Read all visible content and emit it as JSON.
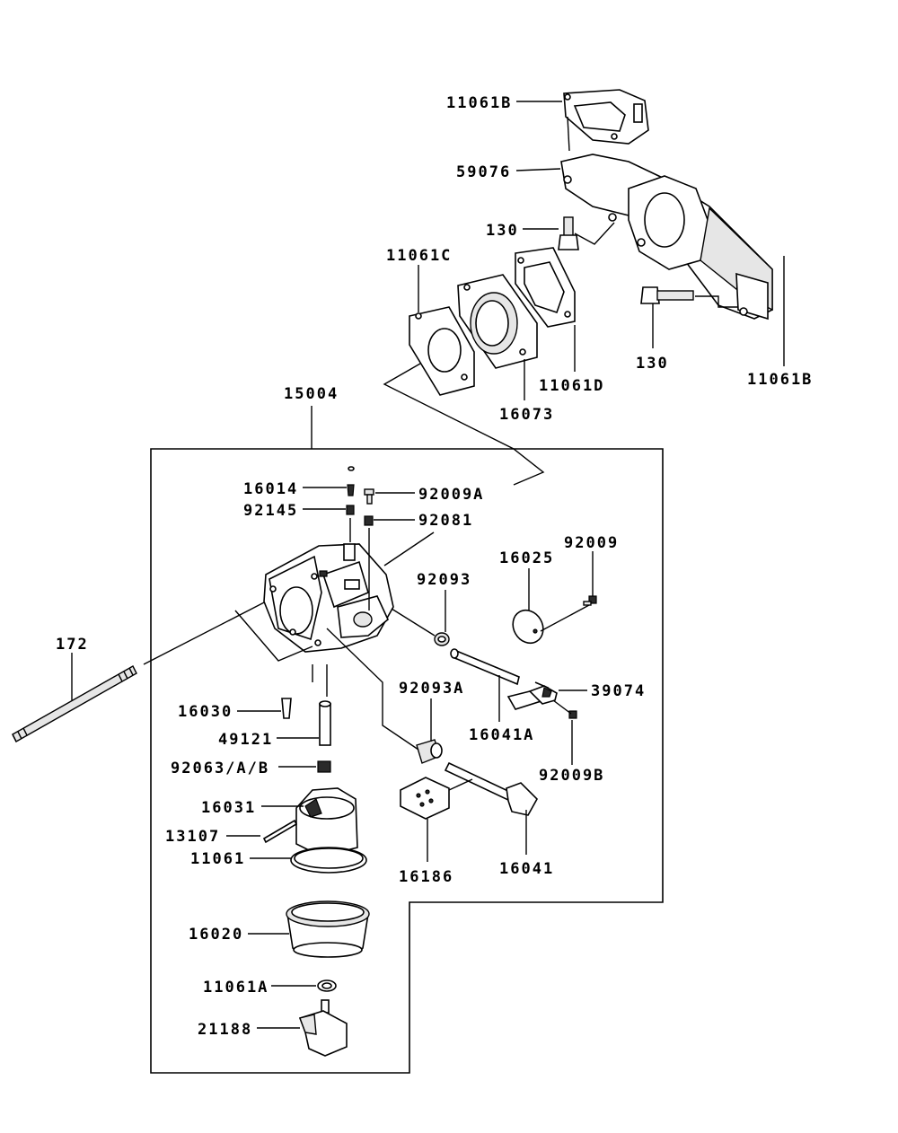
{
  "diagram": {
    "labels": {
      "l_11061B_top": "11061B",
      "l_59076": "59076",
      "l_130_upper": "130",
      "l_11061C": "11061C",
      "l_11061D": "11061D",
      "l_16073": "16073",
      "l_130_lower": "130",
      "l_11061B_right": "11061B",
      "l_15004": "15004",
      "l_16014": "16014",
      "l_92009A": "92009A",
      "l_92145": "92145",
      "l_92081": "92081",
      "l_16025": "16025",
      "l_92009": "92009",
      "l_92093": "92093",
      "l_172": "172",
      "l_92093A": "92093A",
      "l_39074": "39074",
      "l_16030": "16030",
      "l_16041A": "16041A",
      "l_49121": "49121",
      "l_92063": "92063/A/B",
      "l_92009B": "92009B",
      "l_16031": "16031",
      "l_13107": "13107",
      "l_11061": "11061",
      "l_16186": "16186",
      "l_16041": "16041",
      "l_16020": "16020",
      "l_11061A": "11061A",
      "l_21188": "21188"
    }
  }
}
